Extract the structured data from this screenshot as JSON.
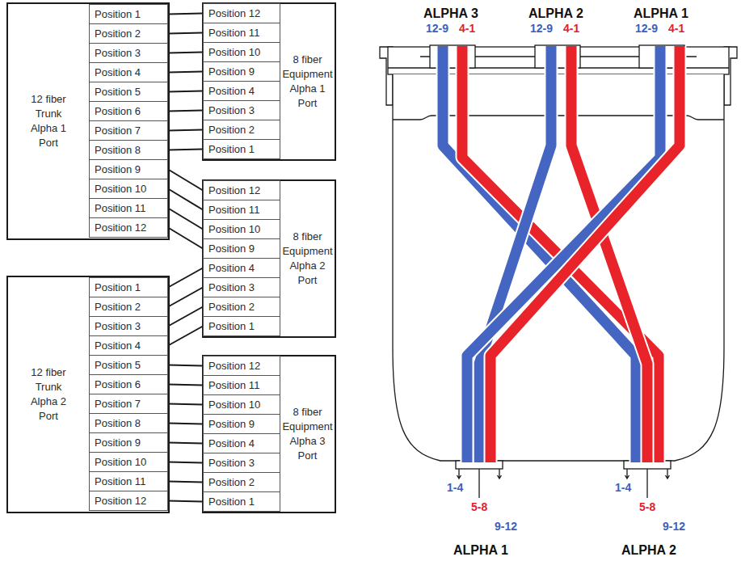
{
  "diagram": {
    "nodes": [
      {
        "text": [
          "12 fiber Trunk Alpha 1 Port"
        ]
      },
      {
        "text": [
          "Position 1"
        ],
        "in": 0
      },
      {
        "text": [
          "Position 2"
        ],
        "in": 0
      },
      {
        "text": [
          "Position 3"
        ],
        "in": 0
      },
      {
        "text": [
          "Position 4"
        ],
        "in": 0
      },
      {
        "text": [
          "Position 5"
        ],
        "in": 0
      },
      {
        "text": [
          "Position 6"
        ],
        "in": 0
      },
      {
        "text": [
          "Position 7"
        ],
        "in": 0
      },
      {
        "text": [
          "Position 8"
        ],
        "in": 0
      },
      {
        "text": [
          "Position 9"
        ],
        "in": 0
      },
      {
        "text": [
          "Position 10"
        ],
        "in": 0
      },
      {
        "text": [
          "Position 11"
        ],
        "in": 0
      },
      {
        "text": [
          "Position 12"
        ],
        "in": 0
      },
      {
        "text": [
          "8 fiber Equipment Alpha 1 Port"
        ]
      },
      {
        "text": [
          "Position 12"
        ],
        "in": 13
      },
      {
        "text": [
          "Position 11"
        ],
        "in": 13
      },
      {
        "text": [
          "Position 10"
        ],
        "in": 13
      },
      {
        "text": [
          "Position 9"
        ],
        "in": 13
      },
      {
        "text": [
          "Position 4"
        ],
        "in": 13
      },
      {
        "text": [
          "Position 3"
        ],
        "in": 13
      },
      {
        "text": [
          "Position 2"
        ],
        "in": 13
      },
      {
        "text": [
          "Position 1"
        ],
        "in": 13
      },
      {
        "text": [
          "8 fiber Equipment Alpha 2 Port"
        ]
      },
      {
        "text": [
          "Position 12"
        ],
        "in": 22
      },
      {
        "text": [
          "Position 11"
        ],
        "in": 22
      },
      {
        "text": [
          "Position 10"
        ],
        "in": 22
      },
      {
        "text": [
          "Position 9"
        ],
        "in": 22
      },
      {
        "text": [
          "Position 4"
        ],
        "in": 22
      },
      {
        "text": [
          "Position 3"
        ],
        "in": 22
      },
      {
        "text": [
          "Position 2"
        ],
        "in": 22
      },
      {
        "text": [
          "Position 1"
        ],
        "in": 22
      },
      {
        "text": [
          "12 fiber Trunk Alpha 2 Port"
        ]
      },
      {
        "text": [
          "Position 1"
        ],
        "in": 31
      },
      {
        "text": [
          "Position 2"
        ],
        "in": 31
      },
      {
        "text": [
          "Position 3"
        ],
        "in": 31
      },
      {
        "text": [
          "Position 4"
        ],
        "in": 31
      },
      {
        "text": [
          "Position 5"
        ],
        "in": 31
      },
      {
        "text": [
          "Position 6"
        ],
        "in": 31
      },
      {
        "text": [
          "Position 7"
        ],
        "in": 31
      },
      {
        "text": [
          "Position 8"
        ],
        "in": 31
      },
      {
        "text": [
          "Position 9"
        ],
        "in": 31
      },
      {
        "text": [
          "Position 10"
        ],
        "in": 31
      },
      {
        "text": [
          "Position 11"
        ],
        "in": 31
      },
      {
        "text": [
          "Position 12"
        ],
        "in": 31
      },
      {
        "text": [
          "8 fiber Equipment Alpha 3 Port"
        ]
      },
      {
        "text": [
          "Position 12"
        ],
        "in": 44
      },
      {
        "text": [
          "Position 11"
        ],
        "in": 44
      },
      {
        "text": [
          "Position 10"
        ],
        "in": 44
      },
      {
        "text": [
          "Position 9"
        ],
        "in": 44
      },
      {
        "text": [
          "Position 4"
        ],
        "in": 44
      },
      {
        "text": [
          "Position 3"
        ],
        "in": 44
      },
      {
        "text": [
          "Position 2"
        ],
        "in": 44
      },
      {
        "text": [
          "Position 1"
        ],
        "in": 44
      }
    ],
    "edges": [
      {
        "from": 1,
        "to": 14,
        "arrow": "none"
      },
      {
        "from": 2,
        "to": 15,
        "arrow": "none"
      },
      {
        "from": 3,
        "to": 16,
        "arrow": "none"
      },
      {
        "from": 4,
        "to": 17,
        "arrow": "none"
      },
      {
        "from": 5,
        "to": 18,
        "arrow": "none"
      },
      {
        "from": 6,
        "to": 19,
        "arrow": "none"
      },
      {
        "from": 7,
        "to": 20,
        "arrow": "none"
      },
      {
        "from": 8,
        "to": 21,
        "arrow": "none"
      },
      {
        "from": 9,
        "to": 23,
        "arrow": "none"
      },
      {
        "from": 10,
        "to": 24,
        "arrow": "none"
      },
      {
        "from": 11,
        "to": 25,
        "arrow": "none"
      },
      {
        "from": 12,
        "to": 26,
        "arrow": "none"
      },
      {
        "from": 32,
        "to": 27,
        "arrow": "none"
      },
      {
        "from": 33,
        "to": 28,
        "arrow": "none"
      },
      {
        "from": 34,
        "to": 29,
        "arrow": "none"
      },
      {
        "from": 35,
        "to": 30,
        "arrow": "none"
      },
      {
        "from": 36,
        "to": 45,
        "arrow": "none"
      },
      {
        "from": 37,
        "to": 46,
        "arrow": "none"
      },
      {
        "from": 38,
        "to": 47,
        "arrow": "none"
      },
      {
        "from": 39,
        "to": 48,
        "arrow": "none"
      },
      {
        "from": 40,
        "to": 49,
        "arrow": "none"
      },
      {
        "from": 41,
        "to": 50,
        "arrow": "none"
      },
      {
        "from": 42,
        "to": 51,
        "arrow": "none"
      },
      {
        "from": 43,
        "to": 52,
        "arrow": "none"
      }
    ],
    "labels": [
      "ALPHA 3",
      "12-9",
      "4-1",
      "ALPHA 2",
      "12-9",
      "4-1",
      "ALPHA 1",
      "12-9",
      "4-1",
      "1-4",
      "5-8",
      "9-12",
      "ALPHA 1",
      "1-4",
      "5-8",
      "9-12",
      "ALPHA 2"
    ]
  }
}
